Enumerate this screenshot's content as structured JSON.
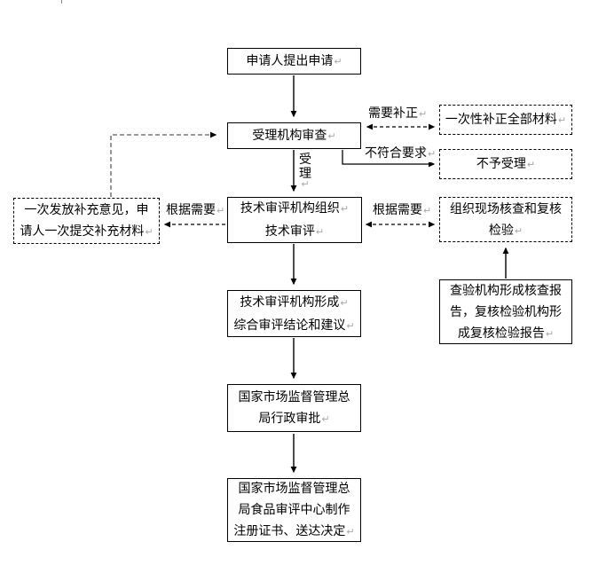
{
  "symbols": {
    "return_mark": "↵"
  },
  "colors": {
    "line": "#000000",
    "feedback_line": "#7a7a7a",
    "mark": "#a8a8a8",
    "background": "#ffffff"
  },
  "boxes": {
    "apply": {
      "style": "solid",
      "lines": [
        {
          "text": "申请人提出申请",
          "mark": true
        }
      ]
    },
    "accept": {
      "style": "solid",
      "lines": [
        {
          "text": "受理机构审查",
          "mark": true
        }
      ]
    },
    "supplement_all": {
      "style": "dashed",
      "lines": [
        {
          "text": "一次性补正全部材料",
          "mark": true
        }
      ]
    },
    "reject": {
      "style": "dashed",
      "lines": [
        {
          "text": "不予受理",
          "mark": true
        }
      ]
    },
    "review": {
      "style": "solid",
      "lines": [
        {
          "text": "技术审评机构组织",
          "mark": true
        },
        {
          "text": "技术审评",
          "mark": true
        }
      ]
    },
    "supp_opinion": {
      "style": "dashed",
      "lines": [
        {
          "text": "一次发放补充意见，申",
          "mark": false
        },
        {
          "text": "请人一次提交补充材料",
          "mark": true
        }
      ]
    },
    "onsite": {
      "style": "dashed",
      "lines": [
        {
          "text": "组织现场核查和复核",
          "mark": false
        },
        {
          "text": "检验",
          "mark": true
        }
      ]
    },
    "report": {
      "style": "solid",
      "lines": [
        {
          "text": "查验机构形成核查报",
          "mark": false
        },
        {
          "text": "告，复核检验机构形",
          "mark": false
        },
        {
          "text": "成复核检验报告",
          "mark": true
        }
      ]
    },
    "conclusion": {
      "style": "solid",
      "lines": [
        {
          "text": "技术审评机构形成",
          "mark": true
        },
        {
          "text": "综合审评结论和建议",
          "mark": true
        }
      ]
    },
    "approval": {
      "style": "solid",
      "lines": [
        {
          "text": "国家市场监督管理总",
          "mark": false
        },
        {
          "text": "局行政审批",
          "mark": true
        }
      ]
    },
    "cert": {
      "style": "solid",
      "lines": [
        {
          "text": "国家市场监督管理总",
          "mark": false
        },
        {
          "text": "局食品审评中心制作",
          "mark": false
        },
        {
          "text": "注册证书、送达决定",
          "mark": true
        }
      ]
    }
  },
  "edge_labels": {
    "need_supplement": "需要补正",
    "not_meet": "不符合要求",
    "accepted": "受理",
    "as_needed_left": "根据需要",
    "as_needed_right": "根据需要"
  }
}
